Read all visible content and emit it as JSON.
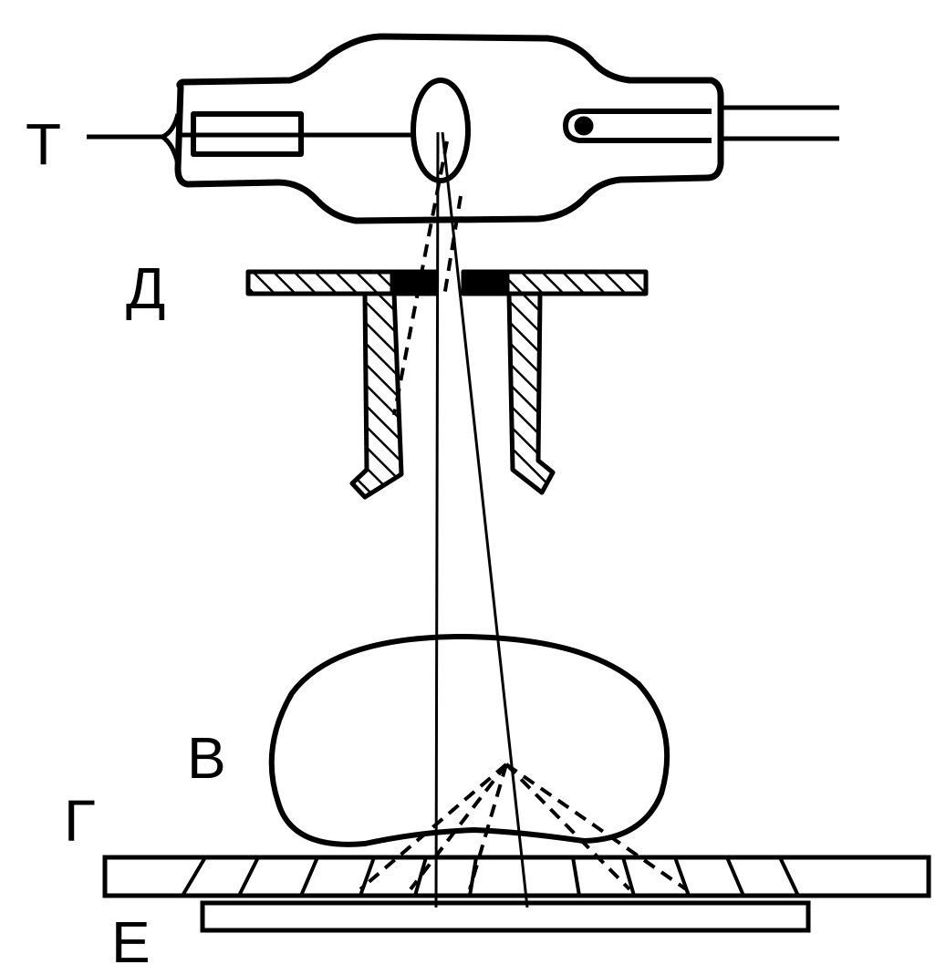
{
  "labels": {
    "tube": "Т",
    "diaphragm": "Д",
    "object": "В",
    "grid": "Г",
    "film": "Е"
  },
  "colors": {
    "ink": "#000000",
    "background": "#ffffff"
  }
}
